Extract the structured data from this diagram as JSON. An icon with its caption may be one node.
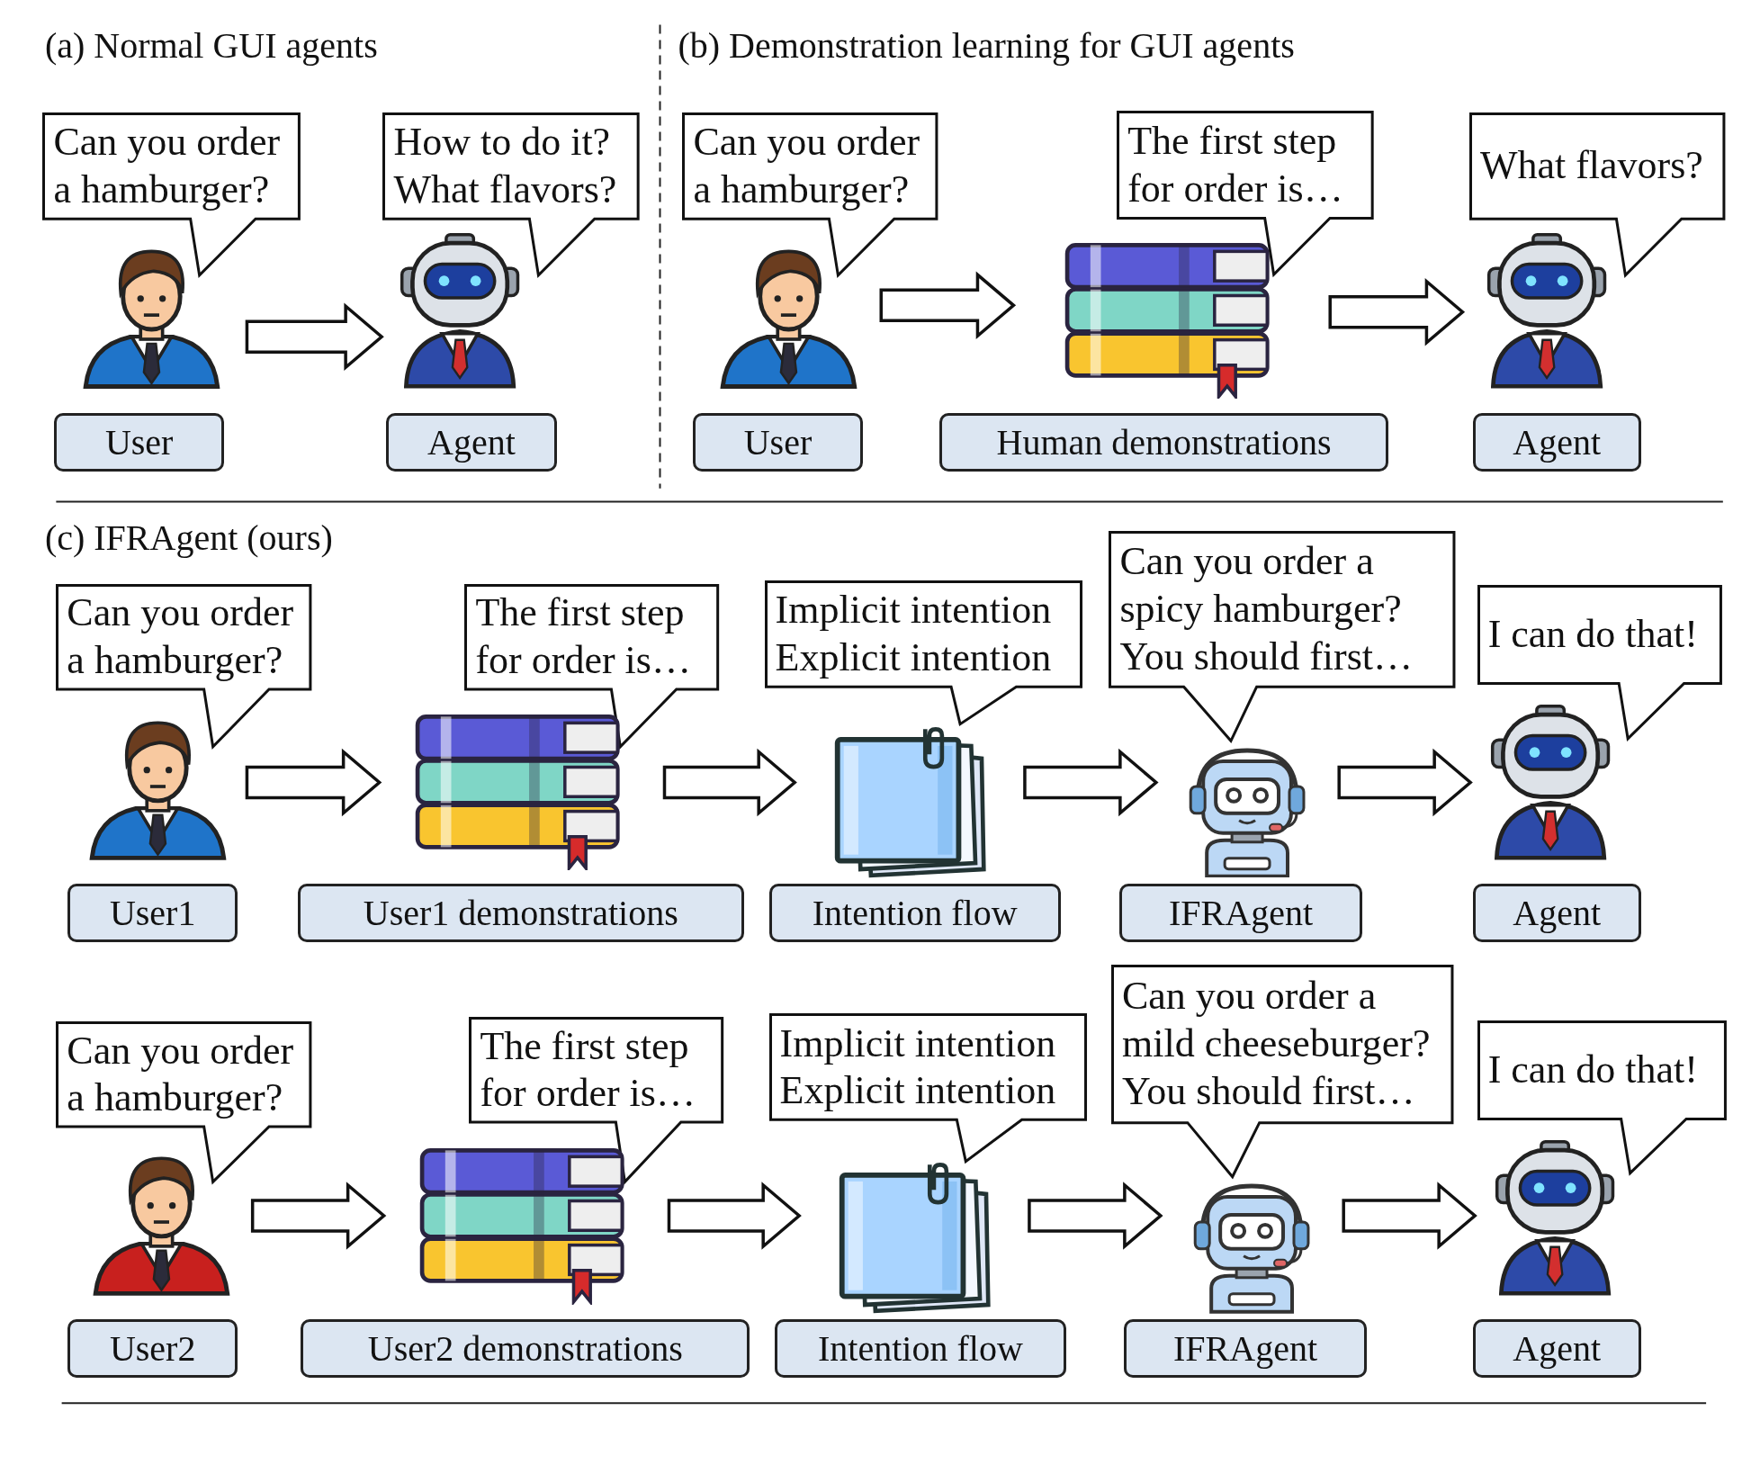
{
  "diagram": {
    "nodes": [
      {
        "text": [
          "Can you order a hamburger?"
        ]
      },
      {
        "text": [],
        "shape": "picture"
      },
      {
        "text": [
          "User"
        ]
      },
      {
        "text": [
          "How to do it? What flavors?"
        ]
      },
      {
        "text": [],
        "shape": "picture"
      },
      {
        "text": [
          "Agent"
        ]
      },
      {
        "text": [
          "Can you order a hamburger?"
        ]
      },
      {
        "text": [],
        "shape": "picture"
      },
      {
        "text": [
          "User"
        ]
      },
      {
        "text": [
          "The first step for order is…"
        ]
      },
      {
        "text": [],
        "shape": "picture"
      },
      {
        "text": [
          "Human demonstrations"
        ]
      },
      {
        "text": [
          "What flavors?"
        ]
      },
      {
        "text": [],
        "shape": "picture"
      },
      {
        "text": [
          "Agent"
        ]
      },
      {
        "text": [
          "Can you order a hamburger?"
        ]
      },
      {
        "text": [],
        "shape": "picture"
      },
      {
        "text": [
          "User1"
        ]
      },
      {
        "text": [
          "The first step for order is…"
        ]
      },
      {
        "text": [],
        "shape": "picture"
      },
      {
        "text": [
          "User1 demonstrations"
        ]
      },
      {
        "text": [
          "Implicit intention Explicit intention"
        ]
      },
      {
        "text": [],
        "shape": "picture"
      },
      {
        "text": [
          "Intention flow"
        ]
      },
      {
        "text": [
          "Can you order a spicy hamburger? You should first…"
        ]
      },
      {
        "text": [],
        "shape": "picture"
      },
      {
        "text": [
          "IFRAgent"
        ]
      },
      {
        "text": [
          "I can do that!"
        ]
      },
      {
        "text": [],
        "shape": "picture"
      },
      {
        "text": [
          "Agent"
        ]
      },
      {
        "text": [
          "Can you order a hamburger?"
        ]
      },
      {
        "text": [],
        "shape": "picture"
      },
      {
        "text": [
          "User2"
        ]
      },
      {
        "text": [
          "The first step for order is…"
        ]
      },
      {
        "text": [],
        "shape": "picture"
      },
      {
        "text": [
          "User2 demonstrations"
        ]
      },
      {
        "text": [
          "Implicit intention Explicit intention"
        ]
      },
      {
        "text": [],
        "shape": "picture"
      },
      {
        "text": [
          "Intention flow"
        ]
      },
      {
        "text": [
          "Can you order a mild cheeseburger? You should first…"
        ]
      },
      {
        "text": [],
        "shape": "picture"
      },
      {
        "text": [
          "IFRAgent"
        ]
      },
      {
        "text": [
          "I can do that!"
        ]
      },
      {
        "text": [],
        "shape": "picture"
      },
      {
        "text": [
          "Agent"
        ]
      }
    ],
    "edges": [
      {
        "from": 1,
        "to": 4,
        "arrow": "to"
      },
      {
        "from": 7,
        "to": 10,
        "arrow": "to"
      },
      {
        "from": 10,
        "to": 13,
        "arrow": "to"
      },
      {
        "from": 16,
        "to": 19,
        "arrow": "to"
      },
      {
        "from": 19,
        "to": 22,
        "arrow": "to"
      },
      {
        "from": 22,
        "to": 25,
        "arrow": "to"
      },
      {
        "from": 25,
        "to": 28,
        "arrow": "to"
      },
      {
        "from": 31,
        "to": 34,
        "arrow": "to"
      },
      {
        "from": 34,
        "to": 37,
        "arrow": "to"
      },
      {
        "from": 37,
        "to": 40,
        "arrow": "to"
      },
      {
        "from": 40,
        "to": 43,
        "arrow": "to"
      }
    ],
    "labels": [
      "(a) Normal GUI agents",
      "(b) Demonstration learning for GUI agents",
      "(c) IFRAgent (ours)"
    ]
  }
}
